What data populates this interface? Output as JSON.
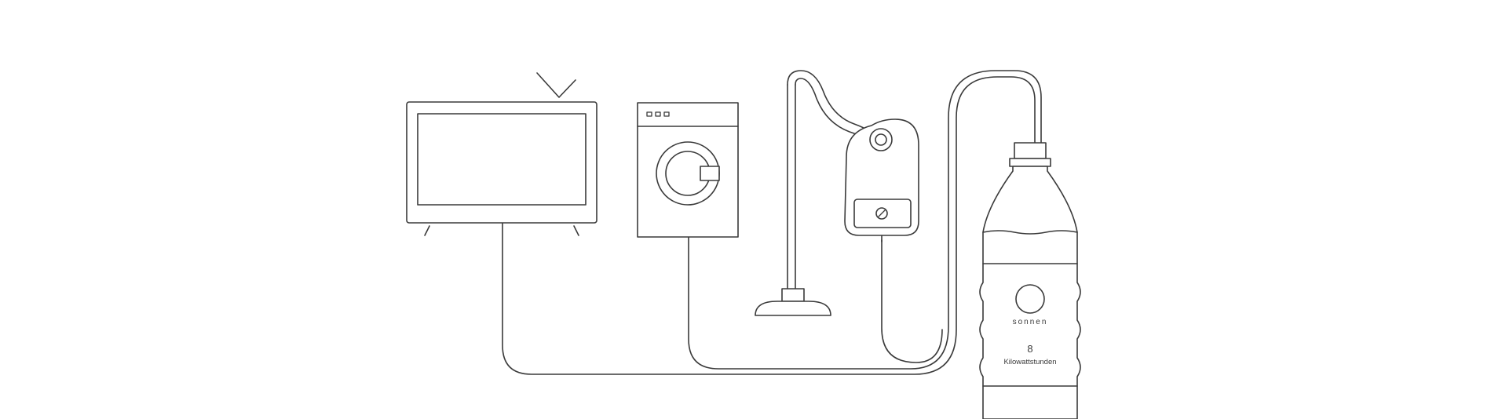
{
  "battery": {
    "brand": "sonnen",
    "capacity_value": "8",
    "capacity_unit": "Kilowattstunden"
  },
  "icons": [
    "television-icon",
    "washing-machine-icon",
    "vacuum-cleaner-icon",
    "battery-bottle-icon"
  ],
  "colors": {
    "background": "#ffffff",
    "stroke": "#3a3a3a"
  }
}
